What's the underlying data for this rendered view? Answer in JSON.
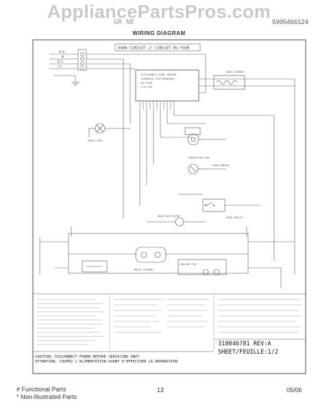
{
  "watermark": "AppliancePartsPros.com",
  "header": {
    "left_text": "GR NE",
    "right_label": "5995466124"
  },
  "diagram_title": "WIRING DIAGRAM",
  "diagram": {
    "banner": "OVEN CIRCUIT // CIRCUIT DU FOUR",
    "terminals": [
      "N.B.",
      "N",
      "W.I.",
      "L1"
    ],
    "labels": {
      "bake_element": "BAKE ELEMENT",
      "broil_element": "BROIL ELEMENT",
      "oven_light": "OVEN LIGHT",
      "convection_fan": "CONVECTION FAN",
      "oven_sensor": "OVEN SENSOR",
      "door_switch": "DOOR SWITCH",
      "door_lock": "DOOR LOCK MOTOR",
      "control": "ELECTRONIC OVEN CONTROL",
      "cooling_fan": "COOLING FAN"
    }
  },
  "sheet": {
    "part": "318046781 REV:A",
    "page": "SHEET/FEUILLE:1/2"
  },
  "caution": {
    "line1": "CAUTION: DISCONNECT POWER BEFORE SERVICING UNIT",
    "line2": "ATTENTION: COUPEZ L'ALIMENTATION AVANT D'EFFECTUER LA REPARATION"
  },
  "footer": {
    "functional": "# Functional Parts",
    "non_illustrated": "* Non-Illustrated Parts",
    "page_number": "13",
    "date": "05/06"
  },
  "colors": {
    "line": "#555555",
    "dark_line": "#222222",
    "watermark": "#c9c9c9"
  }
}
